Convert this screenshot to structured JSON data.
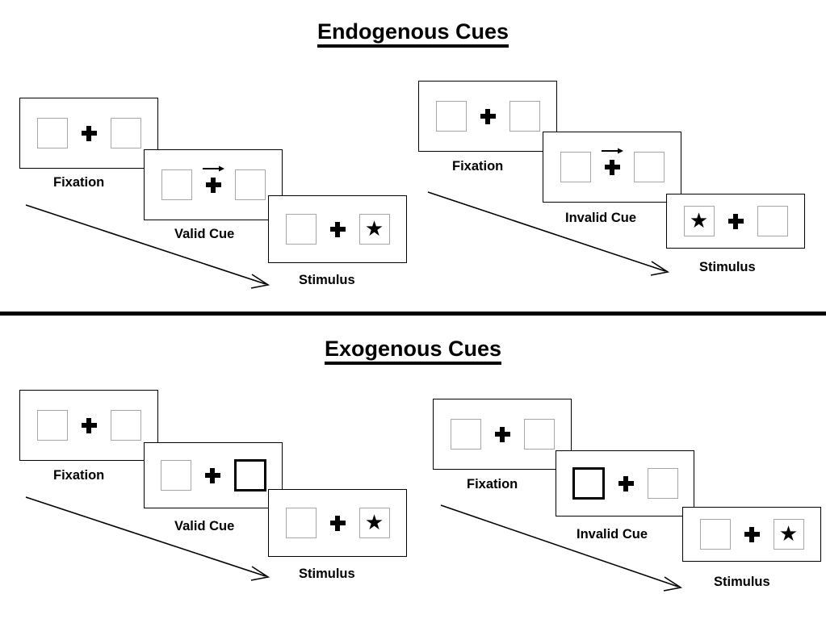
{
  "figure": {
    "type": "posner-cueing-paradigm",
    "background_color": "#ffffff",
    "line_color": "#000000",
    "box_border_color": "#a6a6a6",
    "cued_box_border_color": "#000000"
  },
  "sections": [
    {
      "id": "endogenous",
      "title": "Endogenous Cues",
      "cue_type": "central arrow",
      "sequences": [
        {
          "id": "endogenous-valid",
          "validity": "valid",
          "panels": [
            {
              "label": "Fixation",
              "left_box": "empty",
              "right_box": "empty",
              "arrow_cue": "none"
            },
            {
              "label": "Valid Cue",
              "left_box": "empty",
              "right_box": "empty",
              "arrow_cue": "right"
            },
            {
              "label": "Stimulus",
              "left_box": "empty",
              "right_box": "star",
              "arrow_cue": "none"
            }
          ]
        },
        {
          "id": "endogenous-invalid",
          "validity": "invalid",
          "panels": [
            {
              "label": "Fixation",
              "left_box": "empty",
              "right_box": "empty",
              "arrow_cue": "none"
            },
            {
              "label": "Invalid Cue",
              "left_box": "empty",
              "right_box": "empty",
              "arrow_cue": "right"
            },
            {
              "label": "Stimulus",
              "left_box": "star",
              "right_box": "empty",
              "arrow_cue": "none"
            }
          ]
        }
      ]
    },
    {
      "id": "exogenous",
      "title": "Exogenous Cues",
      "cue_type": "peripheral box flash",
      "sequences": [
        {
          "id": "exogenous-valid",
          "validity": "valid",
          "panels": [
            {
              "label": "Fixation",
              "left_box": "empty",
              "right_box": "empty",
              "arrow_cue": "none"
            },
            {
              "label": "Valid Cue",
              "left_box": "empty",
              "right_box": "cued",
              "arrow_cue": "none"
            },
            {
              "label": "Stimulus",
              "left_box": "empty",
              "right_box": "star",
              "arrow_cue": "none"
            }
          ]
        },
        {
          "id": "exogenous-invalid",
          "validity": "invalid",
          "panels": [
            {
              "label": "Fixation",
              "left_box": "empty",
              "right_box": "empty",
              "arrow_cue": "none"
            },
            {
              "label": "Invalid Cue",
              "left_box": "cued",
              "right_box": "empty",
              "arrow_cue": "none"
            },
            {
              "label": "Stimulus",
              "left_box": "empty",
              "right_box": "star",
              "arrow_cue": "none"
            }
          ]
        }
      ]
    }
  ],
  "glyphs": {
    "star": "★",
    "fixation_cross": "plus-sign",
    "cue_arrow": "arrow-right",
    "time_arrow": "diagonal-arrow-down-right"
  },
  "time_arrows": [
    {
      "id": "time-arrow-endogenous-valid",
      "meaning": "time course"
    },
    {
      "id": "time-arrow-endogenous-invalid",
      "meaning": "time course"
    },
    {
      "id": "time-arrow-exogenous-valid",
      "meaning": "time course"
    },
    {
      "id": "time-arrow-exogenous-invalid",
      "meaning": "time course"
    }
  ]
}
